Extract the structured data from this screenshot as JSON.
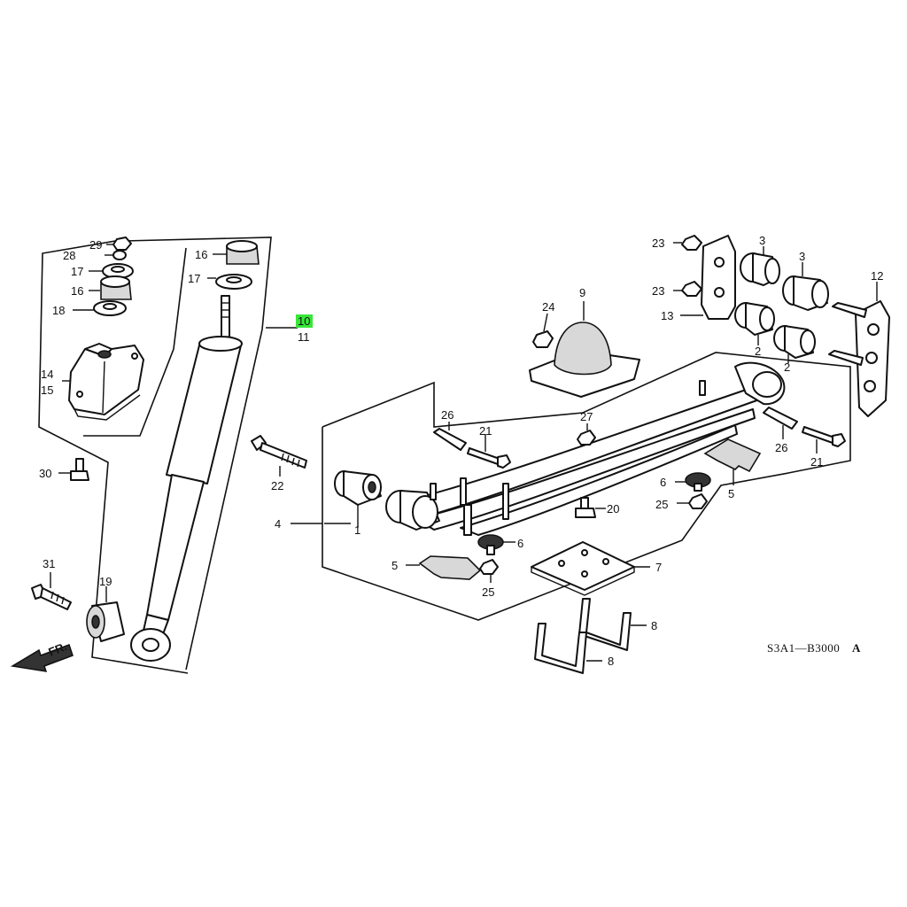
{
  "labels": {
    "p1": "1",
    "p2a": "2",
    "p2b": "2",
    "p3a": "3",
    "p3b": "3",
    "p4": "4",
    "p5a": "5",
    "p5b": "5",
    "p6a": "6",
    "p6b": "6",
    "p7": "7",
    "p8a": "8",
    "p8b": "8",
    "p9": "9",
    "p10": "10",
    "p11": "11",
    "p12": "12",
    "p13": "13",
    "p14": "14",
    "p15": "15",
    "p16a": "16",
    "p16b": "16",
    "p17a": "17",
    "p17b": "17",
    "p18": "18",
    "p19": "19",
    "p20": "20",
    "p21a": "21",
    "p21b": "21",
    "p22": "22",
    "p23a": "23",
    "p23b": "23",
    "p24": "24",
    "p25a": "25",
    "p25b": "25",
    "p26a": "26",
    "p26b": "26",
    "p27": "27",
    "p28": "28",
    "p29": "29",
    "p30": "30",
    "p31": "31"
  },
  "highlight": {
    "part": "10",
    "color": "#39e639"
  },
  "diagram_code": "S3A1—B3000",
  "diagram_code_suffix": "A",
  "front_arrow_label": "FR."
}
